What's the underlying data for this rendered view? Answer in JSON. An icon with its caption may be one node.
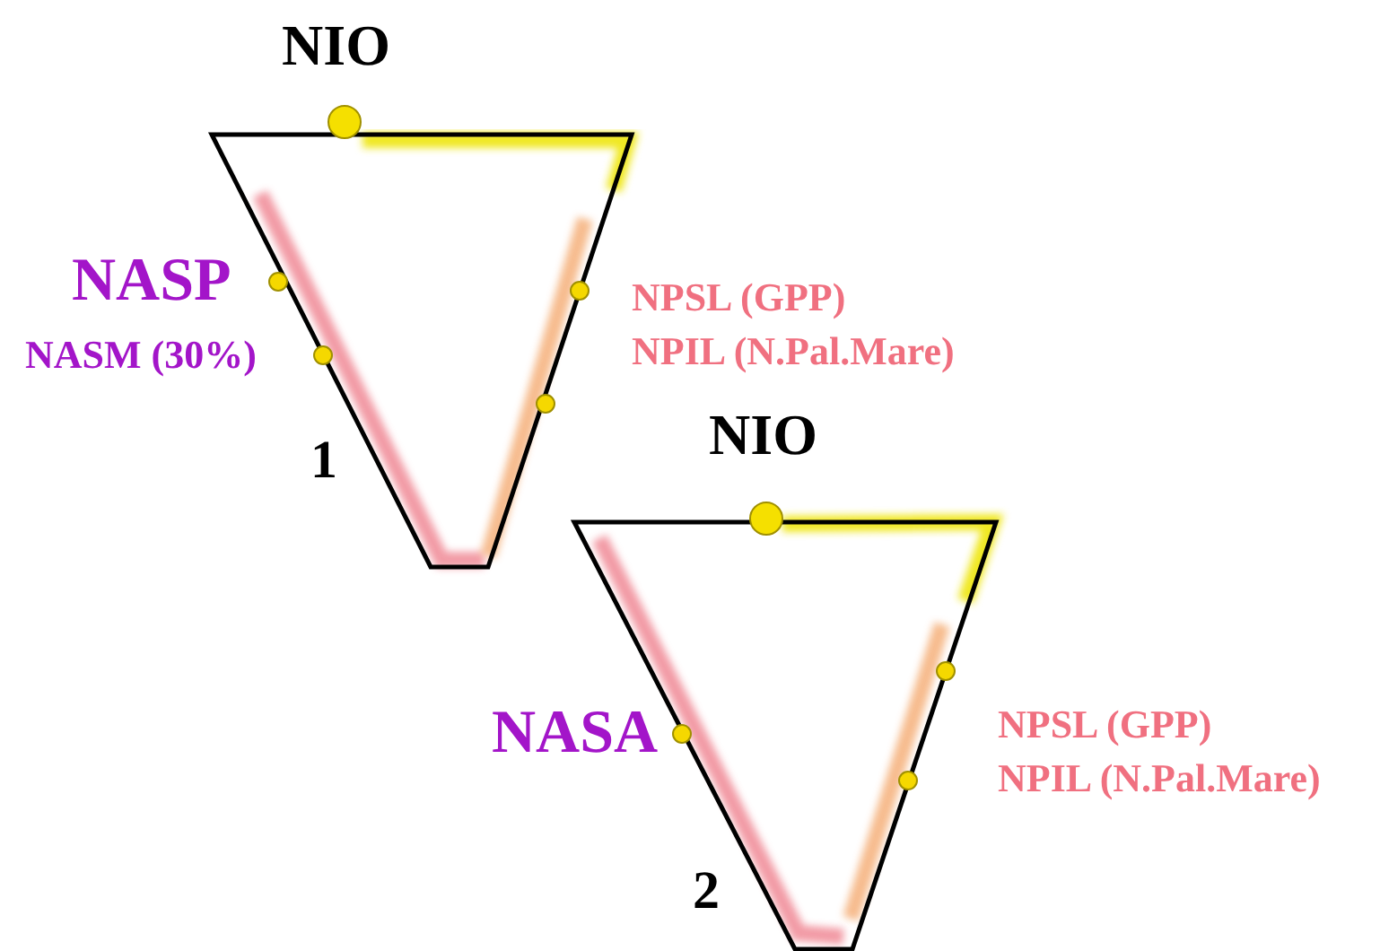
{
  "diagram": {
    "labels": [
      "NIO",
      "NASP",
      "NPSL (GPP)",
      "NASM (30%)",
      "NPIL (N.Pal.Mare)",
      "NIO",
      "1",
      "NASA",
      "NPSL (GPP)",
      "NPIL (N.Pal.Mare)",
      "2"
    ]
  }
}
